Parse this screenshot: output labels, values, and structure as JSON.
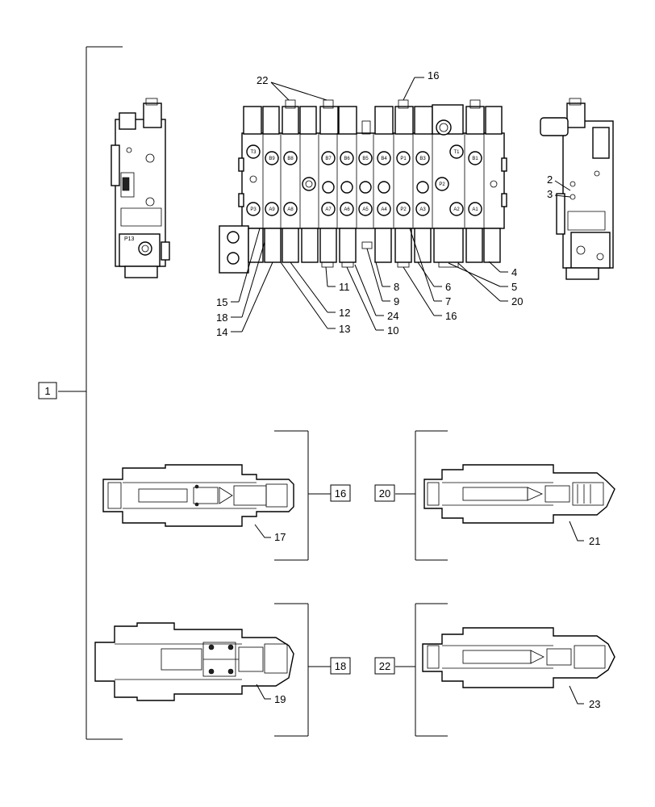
{
  "callouts": {
    "c1": "1",
    "c2": "2",
    "c3": "3",
    "c4": "4",
    "c5": "5",
    "c6": "6",
    "c7": "7",
    "c8": "8",
    "c9": "9",
    "c10": "10",
    "c11": "11",
    "c12": "12",
    "c13": "13",
    "c14": "14",
    "c15": "15",
    "c16_top": "16",
    "c16_bottom": "16",
    "c16_box": "16",
    "c17": "17",
    "c18": "18",
    "c18_box": "18",
    "c19": "19",
    "c20": "20",
    "c20_box": "20",
    "c21": "21",
    "c22_top": "22",
    "c22_box": "22",
    "c23": "23",
    "c24": "24"
  },
  "ports": {
    "t3": "T3",
    "t1": "T1",
    "p1": "P1",
    "p2": "P2",
    "p3": "P3",
    "b9": "B9",
    "b8": "B8",
    "b7": "B7",
    "b6": "B6",
    "b5": "B5",
    "b4": "B4",
    "b3": "B3",
    "b1": "B1",
    "a9": "A9",
    "a8": "A8",
    "a7": "A7",
    "a6": "A6",
    "a5": "A5",
    "a4": "A4",
    "a3": "A3",
    "a2": "A2",
    "a1": "A1",
    "p13": "P13"
  }
}
